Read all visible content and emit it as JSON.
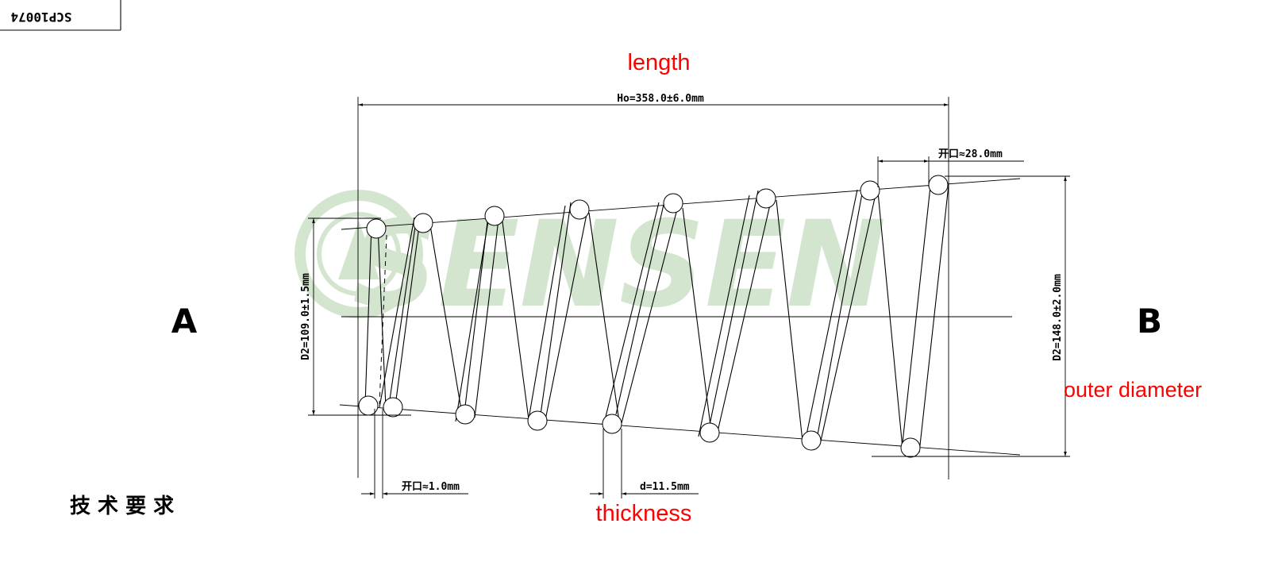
{
  "part_number": "SCP10074",
  "end_labels": {
    "left": "A",
    "right": "B"
  },
  "notes_heading": "技 术 要 求",
  "watermark": {
    "text": "SENSEN",
    "color": "#cfe3c9"
  },
  "dimensions": {
    "free_length": "Ho=358.0±6.0mm",
    "left_diameter": "D2=109.0±1.5mm",
    "right_diameter": "D2=148.0±2.0mm",
    "right_end_gap": "开口≈28.0mm",
    "left_end_gap": "开口≈1.0mm",
    "wire_diameter": "d=11.5mm"
  },
  "annotations": {
    "length": "length",
    "outer_diameter": "outer diameter",
    "thickness": "thickness",
    "color": "#ff0000"
  }
}
